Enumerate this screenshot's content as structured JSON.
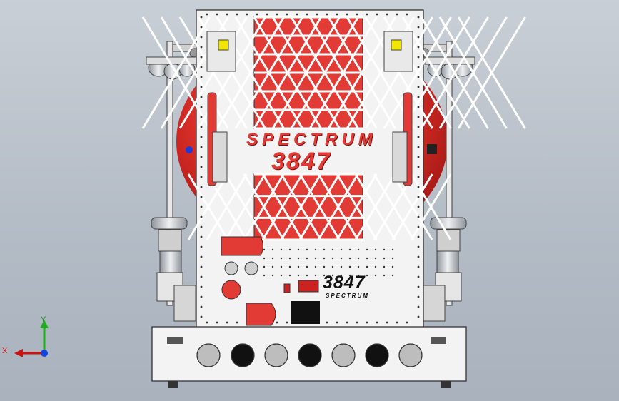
{
  "robot": {
    "logo_word": "SPECTRUM",
    "logo_number": "3847",
    "badge_number": "3847",
    "badge_word": "SPECTRUM"
  },
  "triad": {
    "x_label": "X",
    "y_label": "Y"
  },
  "colors": {
    "background": "#b8c0ca",
    "ball_red": "#e0302a",
    "frame": "#f2f2f2",
    "logo_red": "#e23b35",
    "axis_x": "#cc1111",
    "axis_y": "#22aa22",
    "axis_z": "#1144dd"
  }
}
